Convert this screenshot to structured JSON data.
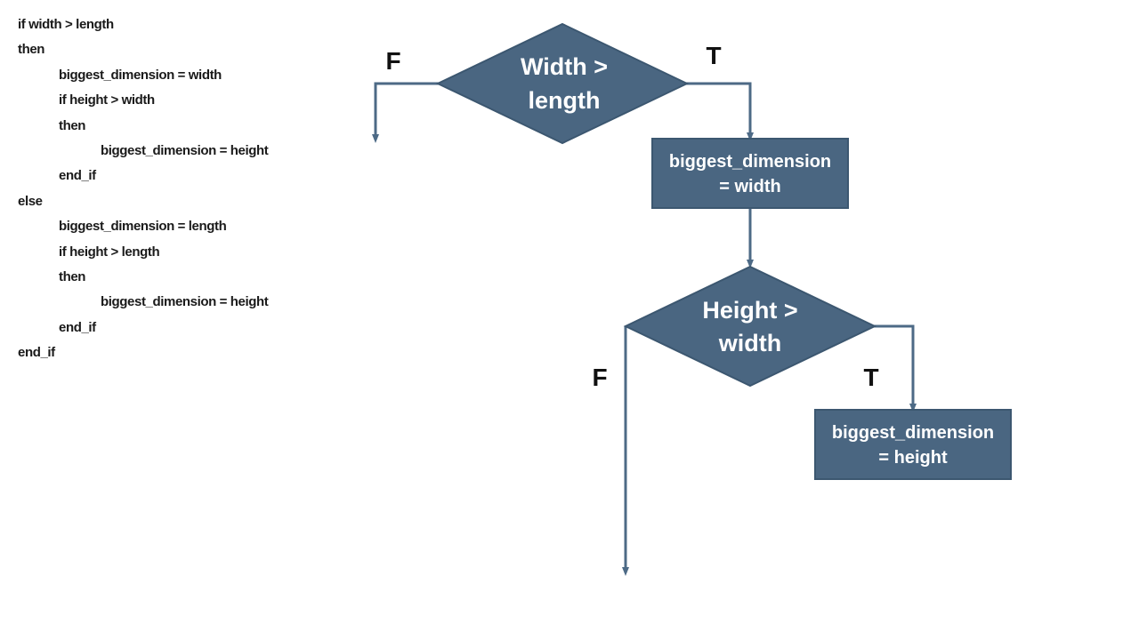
{
  "pseudocode": {
    "lines": [
      {
        "text": "if width > length",
        "indent": 0
      },
      {
        "text": "then",
        "indent": 0
      },
      {
        "text": "biggest_dimension = width",
        "indent": 1
      },
      {
        "text": "if height > width",
        "indent": 1
      },
      {
        "text": "then",
        "indent": 1
      },
      {
        "text": "biggest_dimension = height",
        "indent": 2
      },
      {
        "text": "end_if",
        "indent": 1
      },
      {
        "text": "else",
        "indent": 0
      },
      {
        "text": "biggest_dimension = length",
        "indent": 1
      },
      {
        "text": "if height > length",
        "indent": 1
      },
      {
        "text": "then",
        "indent": 1
      },
      {
        "text": "biggest_dimension = height",
        "indent": 2
      },
      {
        "text": "end_if",
        "indent": 1
      },
      {
        "text": "end_if",
        "indent": 0
      }
    ]
  },
  "flowchart": {
    "decision1": {
      "line1": "Width >",
      "line2": "length"
    },
    "process1": {
      "line1": "biggest_dimension",
      "line2": "= width"
    },
    "decision2": {
      "line1": "Height >",
      "line2": "width"
    },
    "process2": {
      "line1": "biggest_dimension",
      "line2": "= height"
    },
    "labels": {
      "decision1_false": "F",
      "decision1_true": "T",
      "decision2_false": "F",
      "decision2_true": "T"
    }
  },
  "colors": {
    "shape_fill": "#4a6681",
    "shape_border": "#3c5770",
    "arrow": "#4d6a86",
    "shape_text": "#ffffff",
    "label_text": "#111111",
    "code_text": "#1a1a1a"
  }
}
